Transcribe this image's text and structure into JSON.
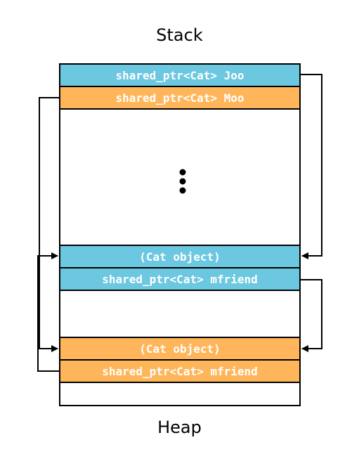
{
  "labels": {
    "stack": "Stack",
    "heap": "Heap"
  },
  "cells": {
    "joo": "shared_ptr<Cat> Joo",
    "moo": "shared_ptr<Cat> Moo",
    "cat_object_1": "(Cat object)",
    "mfriend_1": "shared_ptr<Cat> mfriend",
    "cat_object_2": "(Cat object)",
    "mfriend_2": "shared_ptr<Cat> mfriend"
  },
  "colors": {
    "blue": "#6cc7e0",
    "orange": "#ffb65b"
  }
}
